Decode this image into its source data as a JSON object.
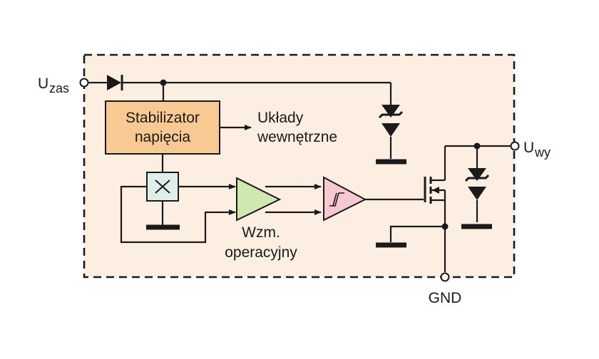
{
  "labels": {
    "supply_main": "U",
    "supply_sub": "zas",
    "output_main": "U",
    "output_sub": "wy",
    "ground": "GND",
    "stabilizer_line1": "Stabilizator",
    "stabilizer_line2": "napięcia",
    "internal_line1": "Układy",
    "internal_line2": "wewnętrzne",
    "opamp_line1": "Wzm.",
    "opamp_line2": "operacyjny"
  },
  "colors": {
    "enclosure_fill": "#fdeee2",
    "stabilizer_fill": "#f9c994",
    "opamp_fill": "#cfe8b0",
    "comparator_fill": "#f6c8d2",
    "multiplier_fill": "#dfeee8",
    "line": "#1a1a1a"
  },
  "icons": {
    "input_diode": "diode-icon",
    "zener_top": "zener-diode-icon",
    "zener_output": "zener-diode-icon",
    "multiplier": "multiplier-x-icon",
    "opamp": "triangle-amplifier-icon",
    "comparator": "schmitt-trigger-icon",
    "output_transistor": "mosfet-icon"
  }
}
